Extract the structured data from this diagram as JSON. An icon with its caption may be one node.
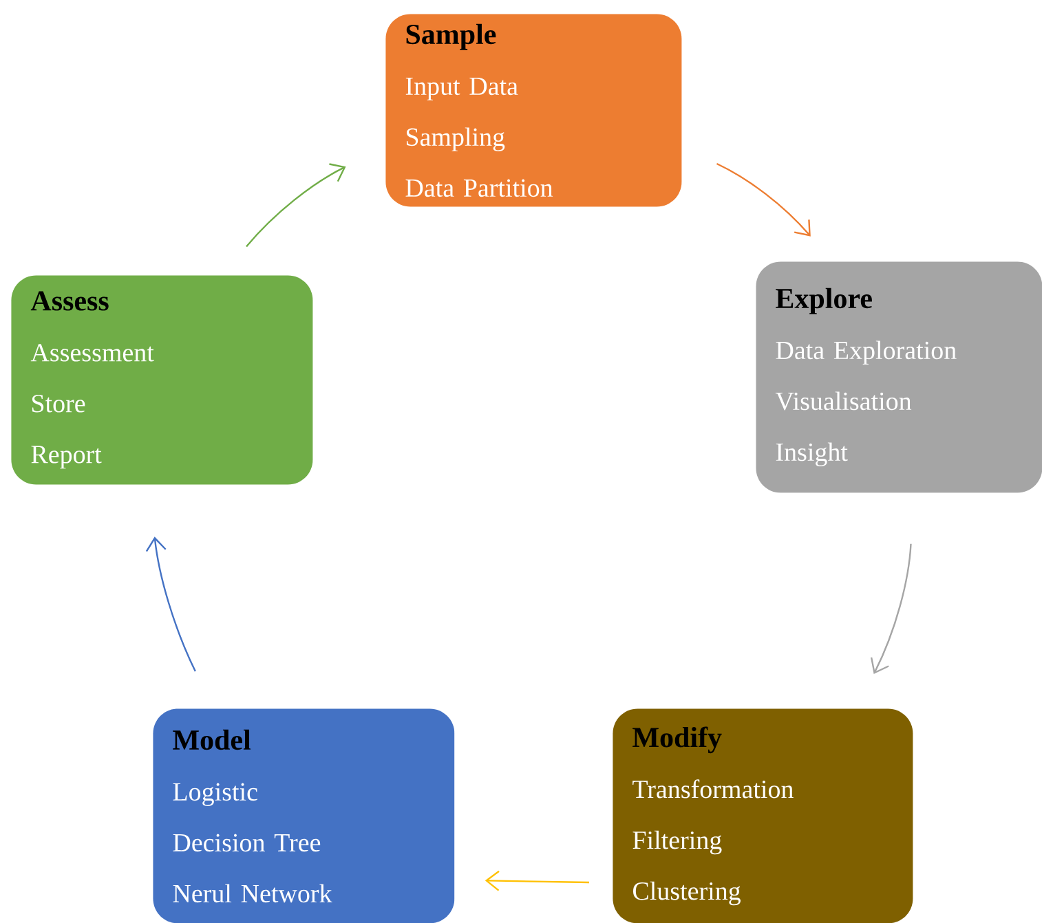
{
  "diagram": {
    "nodes": [
      {
        "text": [
          "Sample",
          "Input Data",
          "Sampling",
          "Data Partition"
        ]
      },
      {
        "text": [
          "Explore",
          "Data Exploration",
          "Visualisation",
          "Insight"
        ]
      },
      {
        "text": [
          "Modify",
          "Transformation",
          "Filtering",
          "Clustering"
        ]
      },
      {
        "text": [
          "Model",
          "Logistic",
          "Decision Tree",
          "Nerul Network"
        ]
      },
      {
        "text": [
          "Assess",
          "Assessment",
          "Store",
          "Report"
        ]
      }
    ],
    "edges": [
      {
        "from": 0,
        "to": 1,
        "arrow": "to",
        "color": "#ed7d31"
      },
      {
        "from": 1,
        "to": 2,
        "arrow": "to",
        "color": "#a5a5a5"
      },
      {
        "from": 2,
        "to": 3,
        "arrow": "to",
        "color": "#ffc000"
      },
      {
        "from": 3,
        "to": 4,
        "arrow": "to",
        "color": "#4472c4"
      },
      {
        "from": 4,
        "to": 0,
        "arrow": "to",
        "color": "#70ad47"
      }
    ]
  }
}
